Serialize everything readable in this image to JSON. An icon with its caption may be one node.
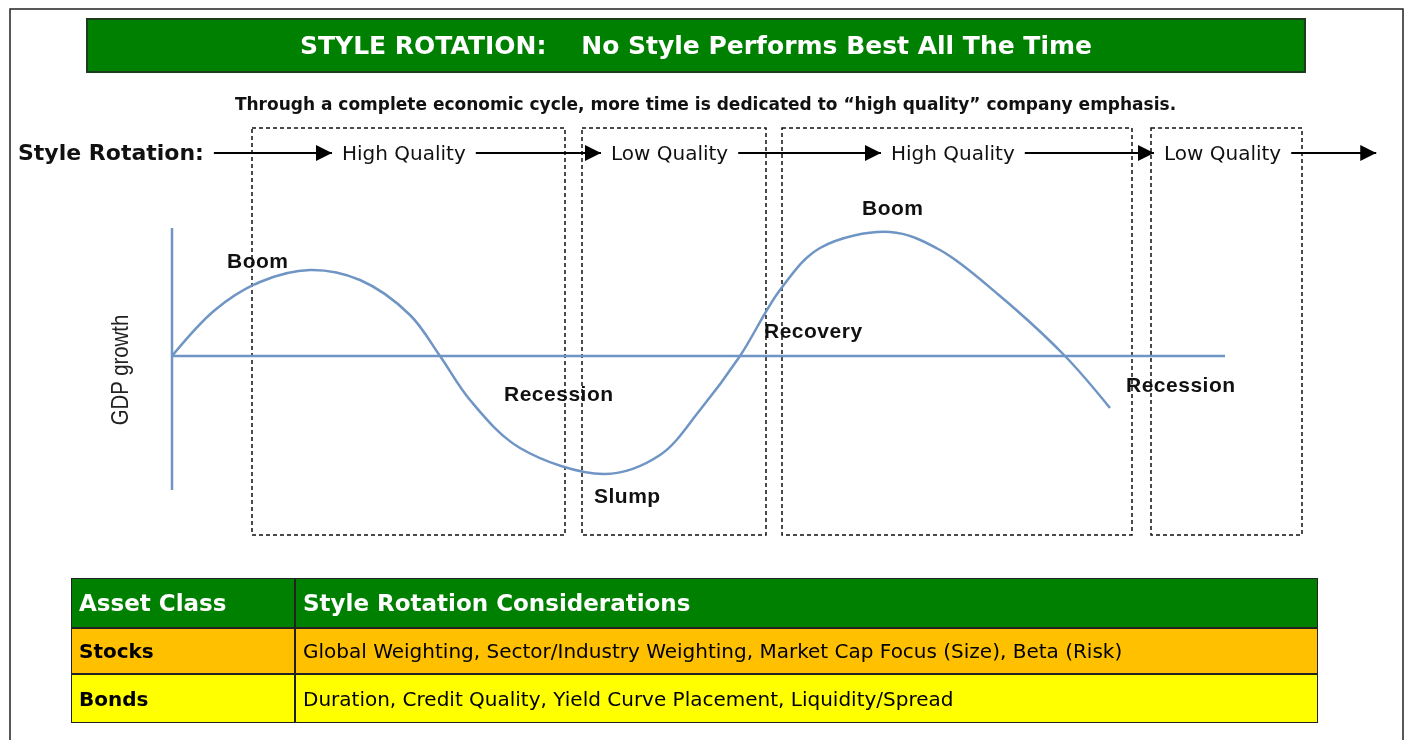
{
  "diagram": {
    "title": "STYLE ROTATION:    No Style Performs Best All The Time",
    "nodes": [
      {
        "text": [
          "Style Rotation:"
        ]
      },
      {
        "text": [
          "High Quality"
        ]
      },
      {
        "text": [
          "Low Quality"
        ]
      },
      {
        "text": [
          "High Quality"
        ]
      },
      {
        "text": [
          "Low Quality"
        ]
      }
    ],
    "edges": [
      {
        "from": 0,
        "to": 1,
        "arrow": "to"
      },
      {
        "from": 1,
        "to": 2,
        "arrow": "to"
      },
      {
        "from": 2,
        "to": 3,
        "arrow": "to"
      },
      {
        "from": 3,
        "to": 4,
        "arrow": "to"
      },
      {
        "from": 4,
        "to": null,
        "arrow": "to"
      }
    ],
    "labels": [
      "Through a complete economic cycle, more time is dedicated to “high quality” company emphasis.",
      "Boom",
      "GDP growth",
      "Recession",
      "Recovery",
      "Slump",
      "Boom",
      "Recession",
      "Asset Class",
      "Style Rotation Considerations",
      "Stocks",
      "Global Weighting, Sector/Industry Weighting, Market Cap Focus (Size), Beta (Risk)",
      "Bonds",
      "Duration, Credit Quality, Yield Curve Placement, Liquidity/Spread"
    ]
  }
}
